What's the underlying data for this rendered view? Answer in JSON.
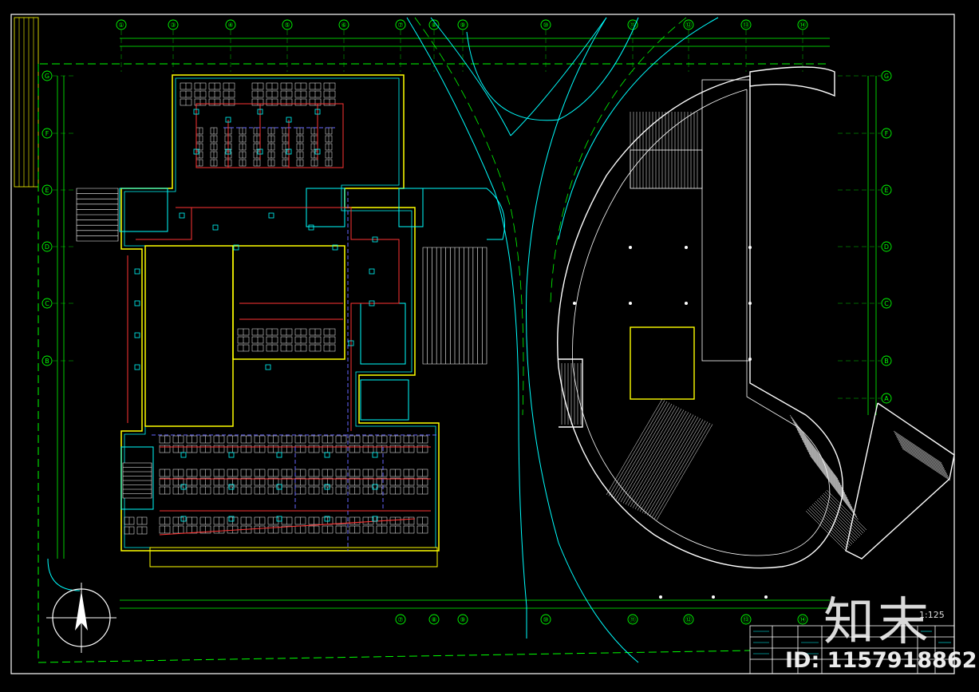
{
  "drawing": {
    "grid_top": [
      "①",
      "③",
      "④",
      "⑤",
      "⑥",
      "⑦",
      "⑧",
      "⑨",
      "⑩",
      "⑪",
      "⑫",
      "⑬",
      "⑭"
    ],
    "grid_left": [
      "G",
      "F",
      "E",
      "D",
      "C",
      "B"
    ],
    "grid_right": [
      "G",
      "F",
      "E",
      "D",
      "C",
      "B",
      "A"
    ],
    "scale_text": "1:125",
    "colors": {
      "bg": "#000000",
      "grid": "#00ff00",
      "wall": "#ffff00",
      "outline": "#00ffff",
      "pipe": "#ff3333",
      "dash": "#6666ff",
      "stair": "#ffffff"
    }
  },
  "watermark": {
    "logo": "知末",
    "id_text": "ID: 1157918862"
  }
}
